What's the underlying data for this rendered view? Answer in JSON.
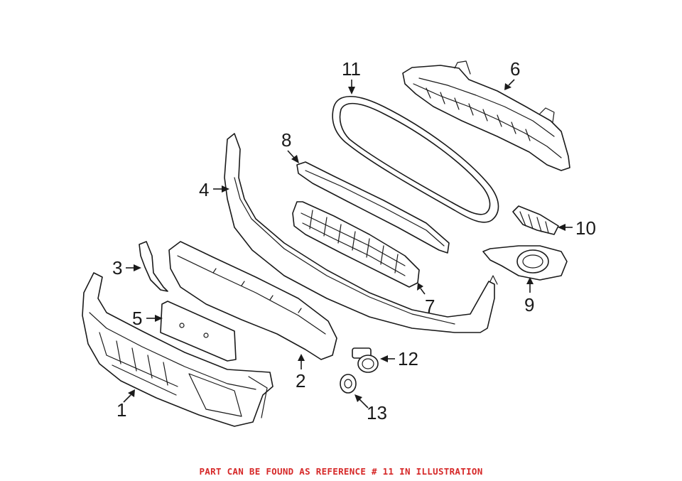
{
  "diagram": {
    "callouts": [
      "1",
      "2",
      "3",
      "4",
      "5",
      "6",
      "7",
      "8",
      "9",
      "10",
      "11",
      "12",
      "13"
    ],
    "footer_note": "PART CAN BE FOUND AS REFERENCE # 11 IN ILLUSTRATION",
    "colors": {
      "line": "#1a1a1a",
      "footer_text": "#d62828",
      "background": "#ffffff"
    }
  }
}
